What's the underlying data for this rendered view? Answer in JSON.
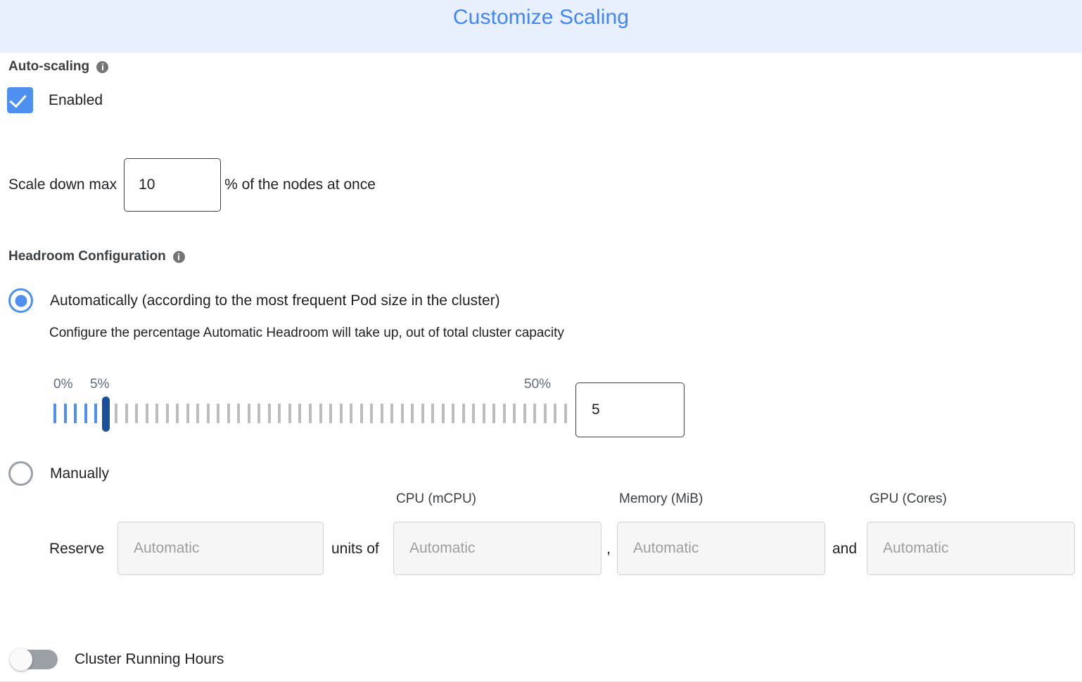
{
  "header": {
    "title": "Customize Scaling",
    "background_color": "#e9f0fd",
    "title_color": "#4285f4"
  },
  "autoscaling": {
    "section_label": "Auto-scaling",
    "info_icon": "info-icon",
    "enabled_label": "Enabled",
    "enabled_checked": true,
    "accent_color": "#4d90f0"
  },
  "scale_down": {
    "prefix_label": "Scale down max",
    "value": "10",
    "suffix_label": "% of the nodes at once"
  },
  "headroom": {
    "section_label": "Headroom Configuration",
    "info_icon": "info-icon",
    "option_auto_label": "Automatically (according to the most frequent Pod size in the cluster)",
    "option_auto_selected": true,
    "helper_text": "Configure the percentage Automatic Headroom will take up, out of total cluster capacity",
    "option_manual_label": "Manually",
    "option_manual_selected": false
  },
  "slider": {
    "min_label": "0%",
    "mid_label": "5%",
    "max_label": "50%",
    "min": 0,
    "max": 50,
    "value": 5,
    "tick_count": 51,
    "value_input": "5",
    "filled_color": "#4d90f0",
    "empty_color": "#bdbdbd",
    "handle_color": "#1b4e9b",
    "label_color": "#5f6b7e"
  },
  "reserve": {
    "reserve_label": "Reserve",
    "units_of_label": "units of",
    "comma_label": ",",
    "and_label": "and",
    "fields": [
      {
        "name": "units",
        "header": "",
        "placeholder": "Automatic",
        "value": ""
      },
      {
        "name": "cpu",
        "header": "CPU (mCPU)",
        "placeholder": "Automatic",
        "value": ""
      },
      {
        "name": "memory",
        "header": "Memory (MiB)",
        "placeholder": "Automatic",
        "value": ""
      },
      {
        "name": "gpu",
        "header": "GPU (Cores)",
        "placeholder": "Automatic",
        "value": ""
      }
    ]
  },
  "cluster_running_hours": {
    "label": "Cluster Running Hours",
    "enabled": false
  }
}
